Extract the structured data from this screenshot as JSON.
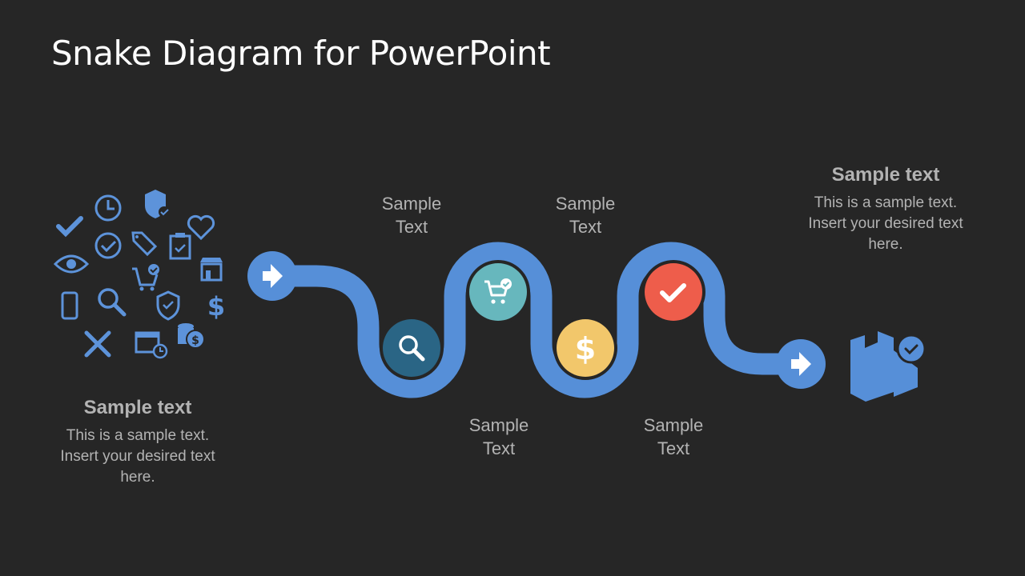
{
  "slide": {
    "title": "Snake Diagram for PowerPoint"
  },
  "left_block": {
    "title": "Sample text",
    "lines": [
      "This is a sample text.",
      "Insert your desired text",
      "here."
    ]
  },
  "right_block": {
    "title": "Sample text",
    "lines": [
      "This is a sample text.",
      "Insert your desired text",
      "here."
    ]
  },
  "steps": [
    {
      "line1": "Sample",
      "line2": "Text",
      "icon": "search-icon",
      "color": "#2a6585"
    },
    {
      "line1": "Sample",
      "line2": "Text",
      "icon": "cart-check-icon",
      "color": "#67b7bd"
    },
    {
      "line1": "Sample",
      "line2": "Text",
      "icon": "dollar-icon",
      "color": "#f2c76b"
    },
    {
      "line1": "Sample",
      "line2": "Text",
      "icon": "check-icon",
      "color": "#ee5d4b"
    }
  ],
  "colors": {
    "path": "#568fd8",
    "icon_cluster": "#5d93da",
    "background": "#262626"
  },
  "icon_cluster": [
    "check-icon",
    "clock-icon",
    "shield-check-icon",
    "heart-icon",
    "eye-icon",
    "circle-check-icon",
    "price-tags-icon",
    "clipboard-check-icon",
    "cart-check-icon",
    "store-icon",
    "smartphone-icon",
    "search-icon",
    "shield-check-icon",
    "dollar-icon",
    "tools-icon",
    "calendar-clock-icon",
    "coins-dollar-icon"
  ],
  "endpoints": {
    "start": "arrow-right-icon",
    "end": "arrow-right-icon",
    "goal": "box-check-icon"
  }
}
